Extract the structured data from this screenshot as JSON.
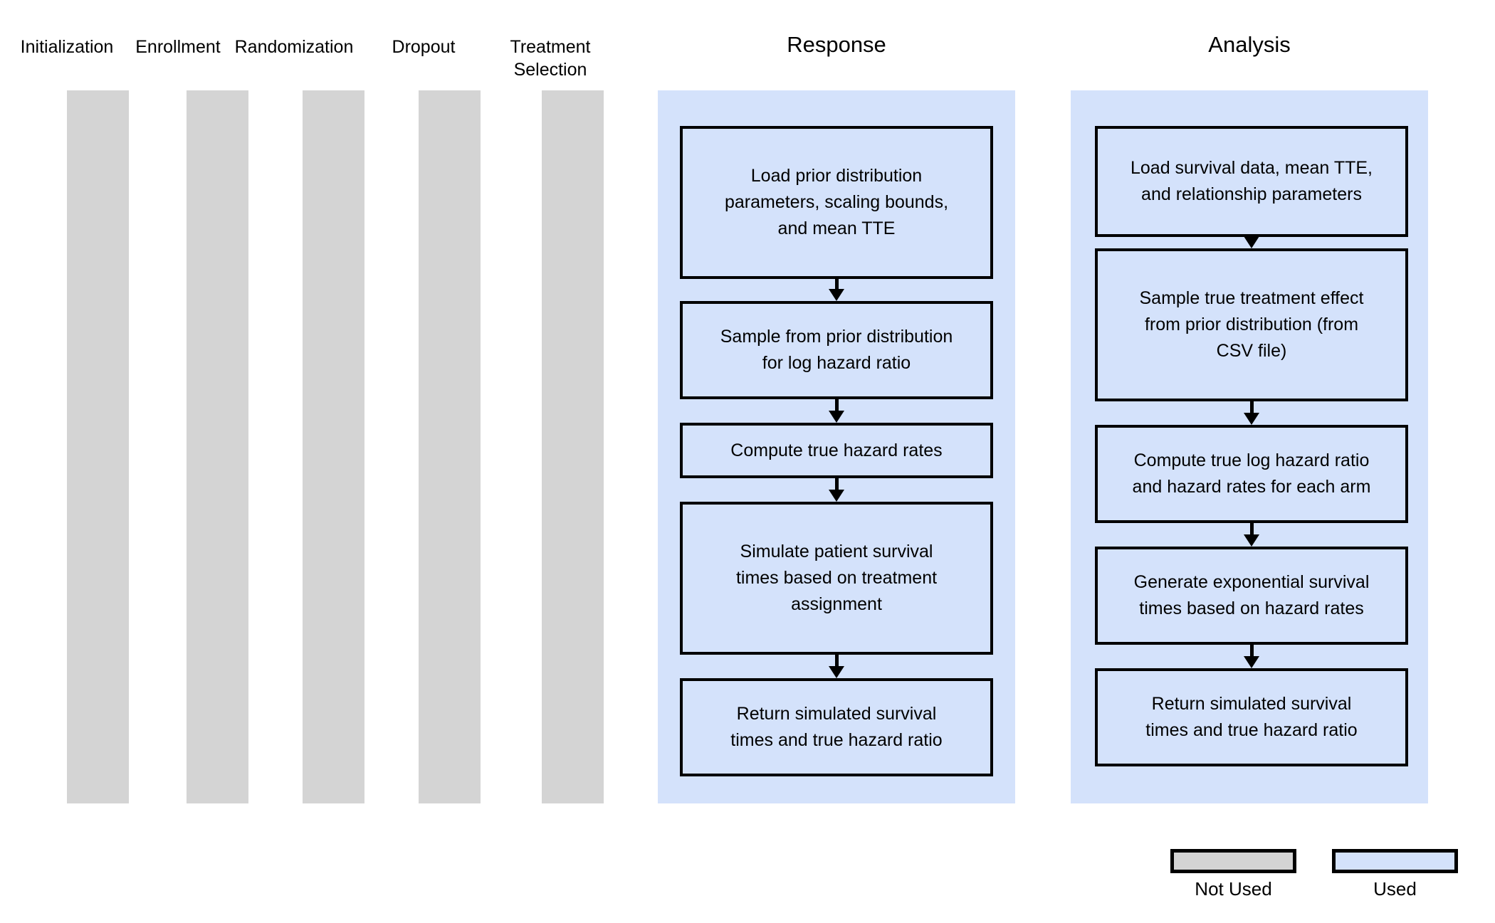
{
  "colors": {
    "not_used_fill": "#d4d4d4",
    "used_fill": "#d4e2fb",
    "box_border": "#000000",
    "background": "#ffffff"
  },
  "stages": {
    "items": [
      {
        "label": "Initialization"
      },
      {
        "label": "Enrollment"
      },
      {
        "label": "Randomization"
      },
      {
        "label": "Dropout"
      },
      {
        "label": "Treatment\nSelection"
      }
    ]
  },
  "panels": [
    {
      "title": "Response",
      "steps": [
        {
          "text": "Load prior distribution\nparameters, scaling bounds,\nand mean TTE"
        },
        {
          "text": "Sample from prior distribution\nfor log hazard ratio"
        },
        {
          "text": "Compute true hazard rates"
        },
        {
          "text": "Simulate patient survival\ntimes based on treatment\nassignment"
        },
        {
          "text": "Return simulated survival\ntimes and true hazard ratio"
        }
      ]
    },
    {
      "title": "Analysis",
      "steps": [
        {
          "text": "Load survival data, mean TTE,\nand relationship parameters"
        },
        {
          "text": "Sample true treatment effect\nfrom prior distribution (from\nCSV file)"
        },
        {
          "text": "Compute true log hazard ratio\nand hazard rates for each arm"
        },
        {
          "text": "Generate exponential survival\ntimes based on hazard rates"
        },
        {
          "text": "Return simulated survival\ntimes and true hazard ratio"
        }
      ]
    }
  ],
  "legend": {
    "items": [
      {
        "label": "Not Used",
        "swatch": "not-used"
      },
      {
        "label": "Used",
        "swatch": "used"
      }
    ]
  }
}
